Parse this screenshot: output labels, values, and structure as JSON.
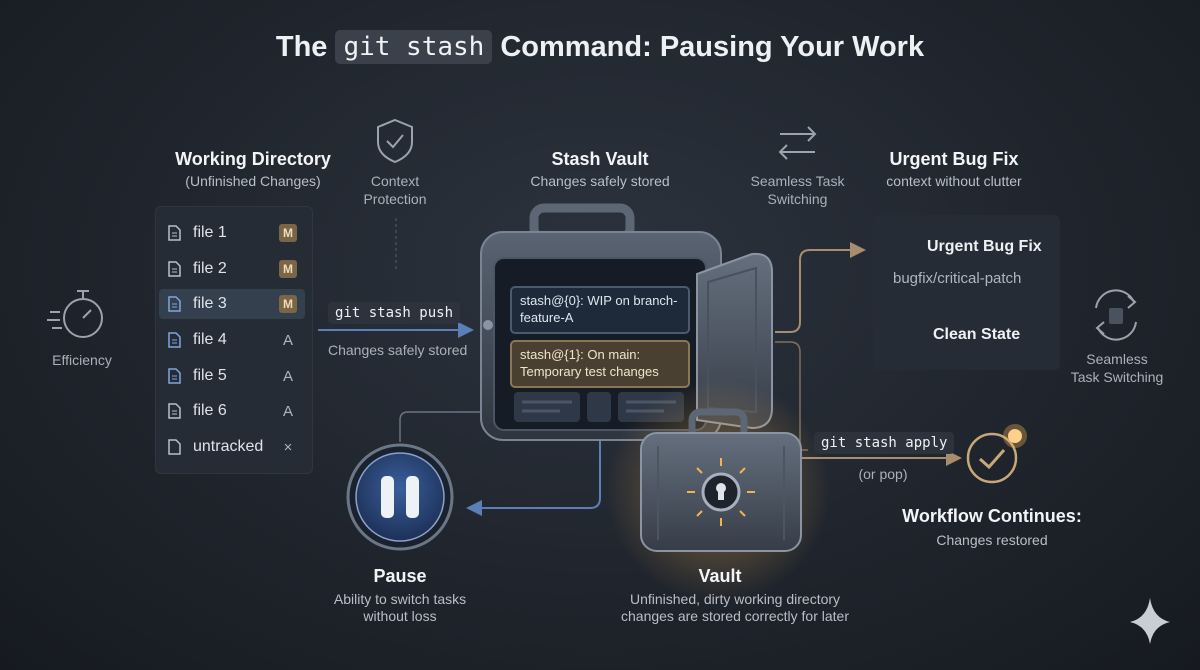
{
  "title": {
    "prefix": "The",
    "code": "git stash",
    "suffix": "Command: Pausing Your Work"
  },
  "working_directory": {
    "heading": "Working Directory",
    "subheading": "(Unfinished Changes)",
    "files": [
      {
        "name": "file 1",
        "status": "M"
      },
      {
        "name": "file 2",
        "status": "M"
      },
      {
        "name": "file 3",
        "status": "M"
      },
      {
        "name": "file 4",
        "status": "A"
      },
      {
        "name": "file 5",
        "status": "A"
      },
      {
        "name": "file 6",
        "status": "A"
      },
      {
        "name": "untracked",
        "status": "×"
      }
    ]
  },
  "context_protection": {
    "label": "Context\nProtection"
  },
  "efficiency": {
    "label": "Efficiency"
  },
  "stash_push": {
    "command": "git stash push",
    "caption": "Changes safely stored"
  },
  "stash_vault": {
    "heading": "Stash Vault",
    "subheading": "Changes safely stored",
    "entries": [
      {
        "text": "stash@{0}: WIP on branch-feature-A"
      },
      {
        "text": "stash@{1}: On main: Temporary test changes"
      }
    ]
  },
  "task_switching_top": {
    "label": "Seamless Task\nSwitching"
  },
  "urgent_bug_fix": {
    "heading": "Urgent Bug Fix",
    "subheading": "context without clutter",
    "card_title": "Urgent Bug Fix",
    "branch": "bugfix/critical-patch",
    "state": "Clean State"
  },
  "task_switching_right": {
    "label": "Seamless\nTask Switching"
  },
  "stash_apply": {
    "command": "git stash apply",
    "caption": "(or pop)"
  },
  "workflow": {
    "heading": "Workflow Continues:",
    "subheading": "Changes restored"
  },
  "pause": {
    "heading": "Pause",
    "subheading": "Ability to switch tasks\nwithout loss"
  },
  "vault": {
    "heading": "Vault",
    "subheading": "Unfinished, dirty working directory\nchanges are stored correctly for later"
  },
  "colors": {
    "arrow_blue": "#5d7fb8",
    "arrow_tan": "#a78d6d",
    "badge_m": "#7a6548",
    "glow": "#f2b155",
    "pause_blue": "#2c4a7e"
  },
  "icons": [
    "shield-check-icon",
    "swap-arrows-icon",
    "stopwatch-icon",
    "file-icon",
    "git-branch-icon",
    "check-circle-icon",
    "refresh-cycle-icon",
    "pause-icon",
    "lock-icon",
    "sparkle-icon"
  ]
}
